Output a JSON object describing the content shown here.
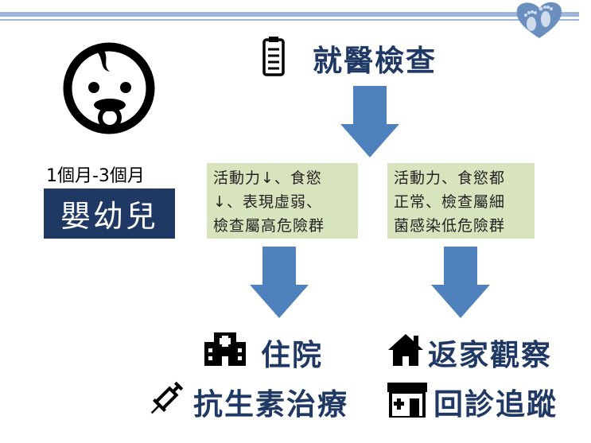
{
  "header": {
    "logo": "baby-feet-heart-logo"
  },
  "patient": {
    "age_range": "1個月-3個月",
    "group": "嬰幼兒"
  },
  "title": "就醫檢查",
  "branches": [
    {
      "condition_lines": [
        "活動力↓、食慾",
        "↓、表現虛弱、",
        "檢查屬高危險群"
      ],
      "outcomes": [
        "住院",
        "抗生素治療"
      ]
    },
    {
      "condition_lines": [
        "活動力、食慾都",
        "正常、檢查屬細",
        "菌感染低危險群"
      ],
      "outcomes": [
        "返家觀察",
        "回診追蹤"
      ]
    }
  ],
  "colors": {
    "navy": "#1f3864",
    "arrow": "#4f81bd",
    "box": "#d7e4bd",
    "stripe": "#8eaad6"
  }
}
